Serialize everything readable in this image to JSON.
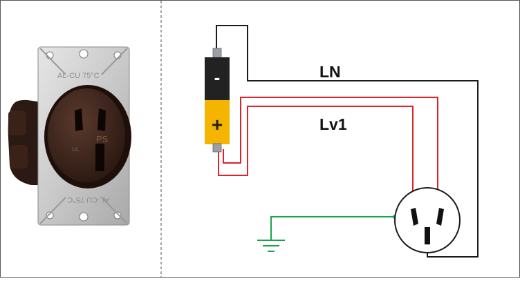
{
  "labels": {
    "wire_ln": "LN",
    "wire_lv1": "Lv1",
    "battery_negative": "-",
    "battery_positive": "+",
    "receptacle_engraving": "AL-CU 75°C",
    "receptacle_logo": "PS",
    "receptacle_mark": "UL"
  },
  "colors": {
    "neutral_wire": "#1a1a1a",
    "live_wire": "#e0202a",
    "ground_wire": "#1aa34a",
    "battery_negative": "#222222",
    "battery_positive": "#f4b400",
    "frame_border": "#555555",
    "divider": "#888888"
  },
  "icons": [
    "battery-icon",
    "ground-symbol-icon",
    "receptacle-icon"
  ]
}
